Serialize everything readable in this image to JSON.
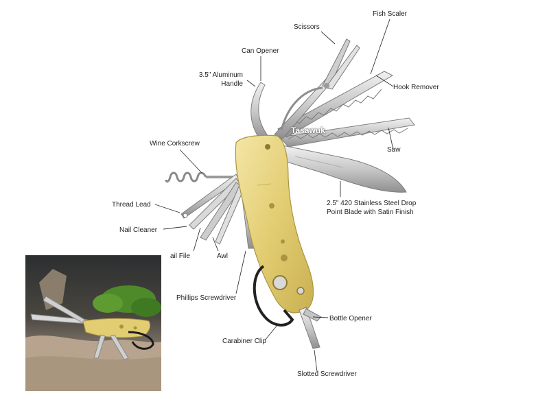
{
  "labels": {
    "fish_scaler": "Fish Scaler",
    "scissors": "Scissors",
    "can_opener": "Can Opener",
    "aluminum_handle_line1": "3.5\" Aluminum",
    "aluminum_handle_line2": "Handle",
    "hook_remover": "Hook Remover",
    "saw": "Saw",
    "blade_line1": "2.5\" 420 Stainless Steel Drop",
    "blade_line2": "Point Blade with Satin Finish",
    "wine_corkscrew": "Wine Corkscrew",
    "thread_lead": "Thread Lead",
    "nail_cleaner": "Nail Cleaner",
    "nail_file": "ail File",
    "awl": "Awl",
    "phillips_screwdriver": "Phillips Screwdriver",
    "bottle_opener": "Bottle Opener",
    "carabiner_clip": "Carabiner Clip",
    "slotted_screwdriver": "Slotted Screwdriver"
  },
  "brand": "Tasawuk",
  "colors": {
    "handle": "#e6d27a",
    "handle_dark": "#c9b355",
    "steel": "#d6d6d6",
    "steel_dark": "#9a9a9a",
    "leader": "#333333",
    "moss": "#4f8a2a"
  }
}
